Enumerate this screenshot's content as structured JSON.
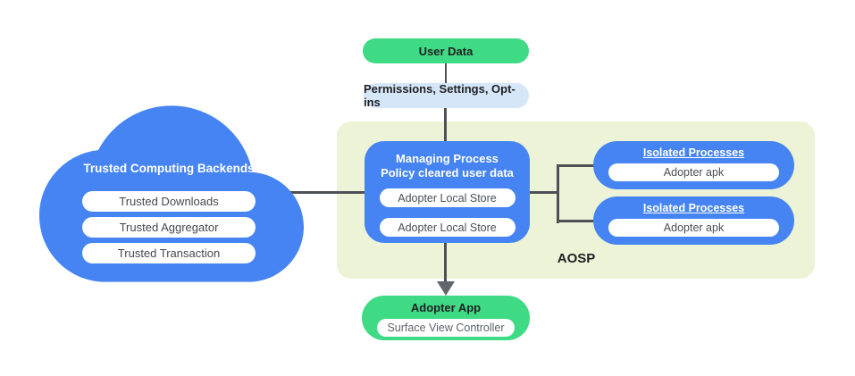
{
  "colors": {
    "blue": "#4584f2",
    "green": "#3edb84",
    "light_blue": "#d6e6f9",
    "panel_bg": "#ecf3d6",
    "line": "#4d5156",
    "white": "#ffffff",
    "dark_text": "#202124"
  },
  "nodes": {
    "user_data": {
      "label": "User Data"
    },
    "permissions": {
      "label": "Permissions, Settings, Opt-ins"
    },
    "trusted_cloud": {
      "title": "Trusted Computing Backends",
      "items": [
        "Trusted Downloads",
        "Trusted Aggregator",
        "Trusted Transaction"
      ]
    },
    "aosp_panel": {
      "label": "AOSP"
    },
    "managing_process": {
      "title": [
        "Managing Process",
        "Policy cleared user data"
      ],
      "stores": [
        "Adopter Local Store",
        "Adopter Local Store"
      ]
    },
    "isolated_processes": [
      {
        "title": "Isolated Processes",
        "item": "Adopter apk"
      },
      {
        "title": "Isolated Processes",
        "item": "Adopter apk"
      }
    ],
    "adopter_app": {
      "title": "Adopter App",
      "item": "Surface View Controller"
    }
  }
}
